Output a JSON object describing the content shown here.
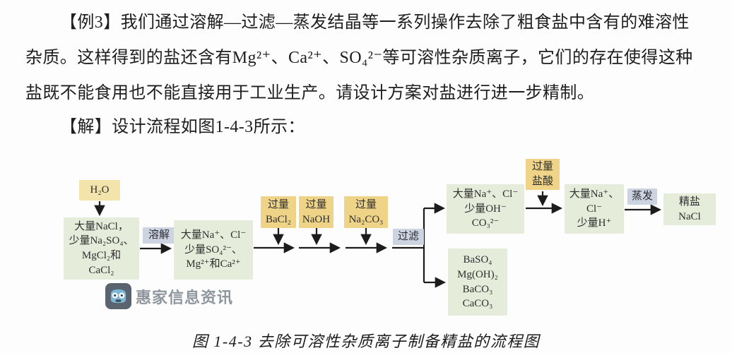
{
  "page": {
    "problem_lines": [
      "【例3】我们通过溶解—过滤—蒸发结晶等一系列操作去除了粗食盐中含有的难溶性",
      "杂质。这样得到的盐还含有Mg²⁺、Ca²⁺、SO₄²⁻等可溶性杂质离子，它们的存在使得这种",
      "盐既不能食用也不能直接用于工业生产。请设计方案对盐进行进一步精制。",
      "【解】设计流程如图1-4-3所示："
    ],
    "figure_caption": "图 1-4-3 去除可溶性杂质离子制备精盐的流程图"
  },
  "flowchart": {
    "h2o_box": "H₂O",
    "crude_salt_box": "大量NaCl，\n少量Na₂SO₄、\nMgCl₂和\nCaCl₂",
    "dissolve_label": "溶解",
    "dissolved_ions_box": "大量Na⁺、Cl⁻\n少量SO₄²⁻、\nMg²⁺和Ca²⁺",
    "bacl2_box": "过量\nBaCl₂",
    "naoh_box": "过量\nNaOH",
    "na2co3_box": "过量\nNa₂CO₃",
    "filter_label": "过滤",
    "filtrate_box": "大量Na⁺、Cl⁻\n少量OH⁻\nCO₃²⁻",
    "hcl_box": "过量\n盐酸",
    "acidified_box": "大量Na⁺、\nCl⁻\n少量H⁺",
    "evaporate_label": "蒸发",
    "product_box": "精盐\nNaCl",
    "precipitate_box": "BaSO₄\nMg(OH)₂\nBaCO₃\nCaCO₃"
  },
  "watermark": {
    "label": "惠家信息资讯"
  },
  "colors": {
    "reagent_yellow": "#efd386",
    "h2o_yellow": "#f3e4ab",
    "substance_green": "#e5edda",
    "process_label_blue": "#ccd4e1",
    "arrow_black": "#1c1c1c",
    "watermark_gray": "#8f969e",
    "logo_dark": "#59646e",
    "logo_blue": "#7db5d8"
  }
}
